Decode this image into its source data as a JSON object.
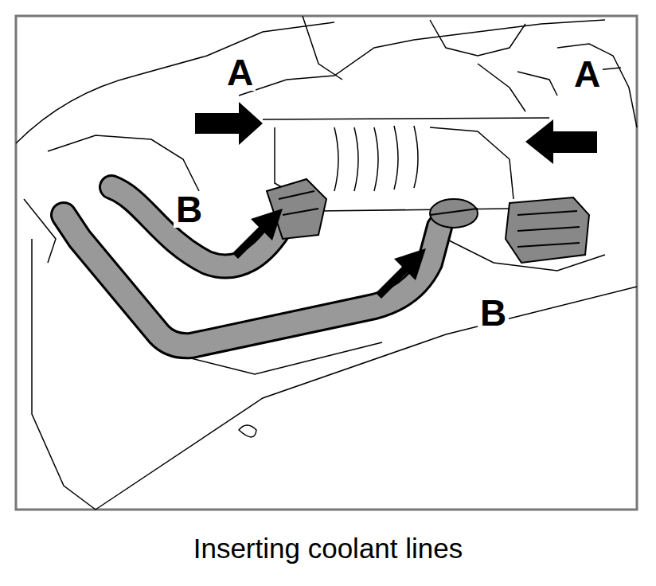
{
  "diagram": {
    "caption": "Inserting coolant lines",
    "labels": [
      "A",
      "A",
      "B",
      "B"
    ]
  }
}
